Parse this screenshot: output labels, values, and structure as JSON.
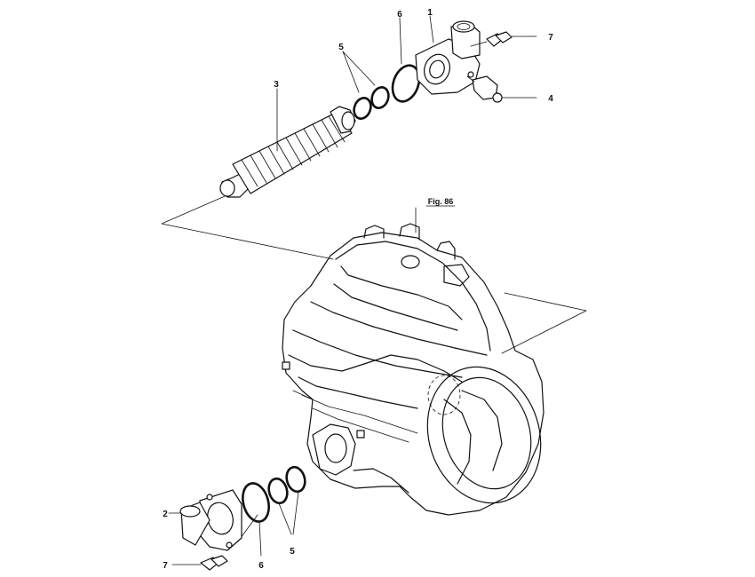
{
  "figure_ref": "Fig. 86",
  "callouts": {
    "p1": "1",
    "p2": "2",
    "p3": "3",
    "p4": "4",
    "p5_top": "5",
    "p5_bottom": "5",
    "p6_top": "6",
    "p6_bottom": "6",
    "p7_top": "7",
    "p7_bottom": "7"
  }
}
